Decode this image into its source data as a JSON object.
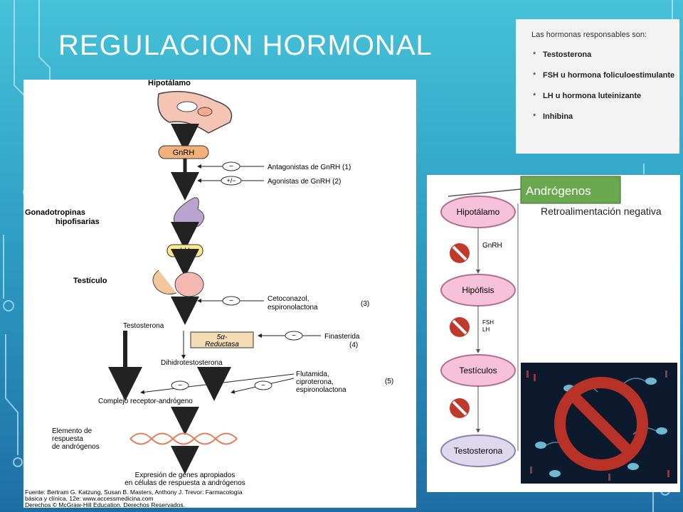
{
  "slide": {
    "title": "REGULACION HORMONAL"
  },
  "colors": {
    "accent": "#2f9fc4",
    "pink_node": "#f6c1d9",
    "androgen_box": "#6aa84f",
    "inhibit_red": "#c0392b"
  },
  "left_diagram": {
    "hypothalamus": "Hipotálamo",
    "gnrh": "GnRH",
    "antagonists": "Antagonistas de GnRH (1)",
    "agonists": "Agonistas de GnRH (2)",
    "gonadotropins_1": "Gonadotropinas",
    "gonadotropins_2": "hipofisarias",
    "lh": "LH",
    "testis": "Testículo",
    "ketoconazole_1": "Cetoconazol,",
    "ketoconazole_2": "espironolactona",
    "ref3": "(3)",
    "testosterone": "Testosterona",
    "reductase_1": "5α-",
    "reductase_2": "Reductasa",
    "finasteride": "Finasterida",
    "ref4": "(4)",
    "dht": "Dihidrotestosterona",
    "flutamide_1": "Flutamida,",
    "flutamide_2": "ciproterona,",
    "flutamide_3": "espironolactona",
    "ref5": "(5)",
    "receptor_complex": "Complejo receptor-andrógeno",
    "element_1": "Elemento de",
    "element_2": "respuesta",
    "element_3": "de andrógenos",
    "expression_1": "Expresión de genes apropiados",
    "expression_2": "en células de respuesta a andrógenos",
    "minus": "−",
    "plus_minus": "+/−",
    "source_1": "Fuente: Bertram G. Katzung, Susan B. Masters, Anthony J. Trevor: Farmacología",
    "source_2": "básica y clínica, 12e: www.accessmedicina.com",
    "source_3": "Derechos © McGraw-Hill Education. Derechos Reservados."
  },
  "info_box": {
    "heading": "Las hormonas responsables son:",
    "bullet": "*",
    "items": [
      "Testosterona",
      "FSH u hormona foliculoestimulante",
      "LH u hormona luteinizante",
      "Inhibina"
    ]
  },
  "right_diagram": {
    "androgens": "Andrógenos",
    "feedback": "Retroalimentación negativa",
    "hypothalamus": "Hipotálamo",
    "gnrh": "GnRH",
    "pituitary": "Hipófisis",
    "fsh": "FSH",
    "lh": "LH",
    "testicles": "Testículos",
    "testosterone": "Testosterona"
  }
}
